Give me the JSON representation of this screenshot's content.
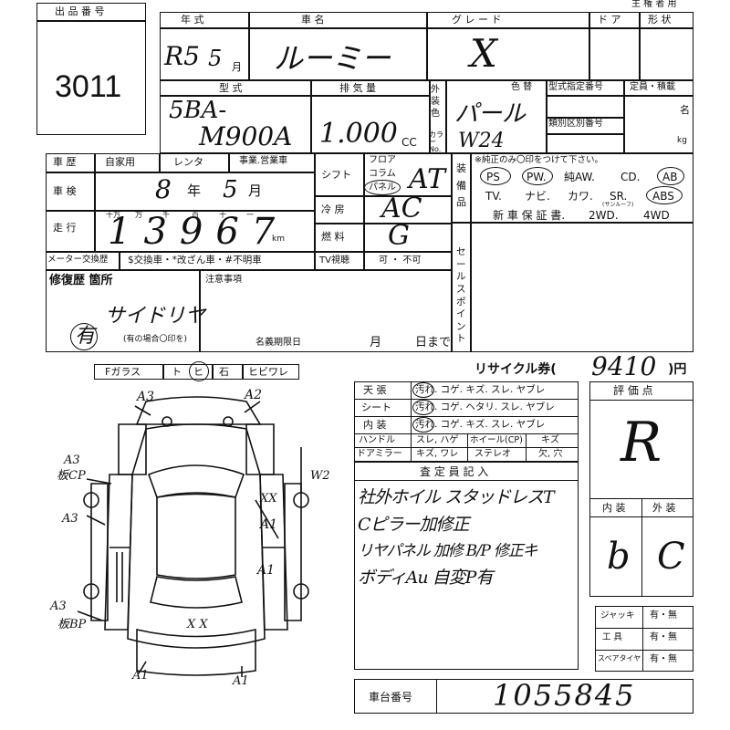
{
  "header": {
    "kbaa_title": "KBAA グループ 出 品 票",
    "owner": "主 権 者 用"
  },
  "lot": {
    "label": "出 品 番 号",
    "number": "3011"
  },
  "top_row": {
    "year_label": "年 式",
    "car_label": "車 名",
    "grade_label": "グ レ ー ド",
    "door_label": "ド ア",
    "shape_label": "形 状",
    "year_value": "R5",
    "month_value": "5",
    "month_unit": "月",
    "car_value": "ルーミー",
    "grade_value": "X"
  },
  "model_row": {
    "type_label": "型 式",
    "disp_label": "排 気 量",
    "ext_label": "外装色",
    "color_label": "色 替",
    "color_no_label": "カラーNo.",
    "type_code_label": "型式指定番号",
    "class_label": "類別区別番号",
    "capacity_label": "定員・積載",
    "name_unit": "名",
    "kg_unit": "kg",
    "type_value_1": "5BA-",
    "type_value_2": "M900A",
    "disp_value": "1.000",
    "cc_unit": "CC",
    "color_value": "パール",
    "color_code": "W24"
  },
  "history": {
    "label": "車 歴",
    "private": "自家用",
    "rental": "レンタ",
    "business": "事業.営業車",
    "inspection_label": "車 検",
    "insp_year": "8",
    "insp_month": "5",
    "year_unit": "年",
    "month_unit": "月",
    "mileage_label": "走 行",
    "digit_labels": [
      "十万",
      "万",
      "千",
      "百",
      "十",
      "一"
    ],
    "mileage_value": "13967",
    "km_unit": "km",
    "meter_label": "メーター交換歴",
    "meter_legend": "$交換車・*改ざん車・#不明車"
  },
  "specs": {
    "shift_label": "シフト",
    "shift_opts": [
      "フロア",
      "コラム",
      "パネル"
    ],
    "shift_value": "AT",
    "ac_label": "冷 房",
    "ac_value": "AC",
    "fuel_label": "燃 料",
    "fuel_value": "G",
    "tv_label": "TV視聴",
    "tv_value": "可 ・ 不可"
  },
  "equipment": {
    "label": "装備品",
    "note": "※純正のみ〇印をつけて下さい。",
    "row1": [
      "PS",
      "PW.",
      "純AW.",
      "CD.",
      "AB"
    ],
    "row2": [
      "TV.",
      "ナビ.",
      "カワ.",
      "SR.",
      "ABS"
    ],
    "sr_note": "(サンルーフ)",
    "row3": [
      "新 車 保 証 書.",
      "2WD.",
      "4WD"
    ],
    "sales_point_label": "セールスポイント"
  },
  "repair": {
    "label": "修復歴 箇所",
    "notes_label": "注意事項",
    "value": "有",
    "side": "サイドリヤ",
    "yes_note": "(有の場合〇印を)",
    "deadline_label": "名義期限日",
    "month_unit": "月",
    "day_unit": "日まで"
  },
  "glass": {
    "label_f": "Fガラス",
    "to": "ト",
    "hi": "ヒ",
    "ishi": "石",
    "hibi": "ヒビワレ"
  },
  "recycle": {
    "label": "リサイクル券(",
    "value": "9410",
    "unit": ")円"
  },
  "interior": {
    "rows": [
      {
        "label": "天 張",
        "value": "汚れ. コゲ. キズ. スレ. ヤブレ"
      },
      {
        "label": "シート",
        "value": "汚れ. コゲ. ヘタリ. スレ. ヤブレ"
      },
      {
        "label": "内 装",
        "value": "汚れ. コゲ. キズ. スレ. ヤブレ"
      }
    ],
    "handle_label": "ハンドル",
    "handle_value": "スレ, ハゲ",
    "wheel_label": "ホイール(CP)",
    "wheel_value": "キズ",
    "mirror_label": "ドアミラー",
    "mirror_value": "キズ, ワレ",
    "stereo_label": "ステレオ",
    "stereo_value": "欠, 穴"
  },
  "inspector": {
    "label": "査 定 員 記 入",
    "lines": [
      "社外ホイル スタッドレスT",
      "Cピラー加修正",
      "リヤパネル 加修 B/P 修正キ",
      "ボディAu 自変P有"
    ]
  },
  "rating": {
    "label": "評 価 点",
    "value": "R",
    "interior_label": "内 装",
    "exterior_label": "外 装",
    "interior_value": "b",
    "exterior_value": "C"
  },
  "tools": [
    {
      "label": "ジャッキ",
      "value": "有・無"
    },
    {
      "label": "工 具",
      "value": "有・無"
    },
    {
      "label": "スペアタイヤ",
      "value": "有・無"
    }
  ],
  "chassis": {
    "label": "車台番号",
    "value": "1055845"
  },
  "diagram_marks": {
    "a3_top": "A3",
    "a2_top": "A2",
    "a3_left": "A3",
    "kcp_left": "板CP",
    "a3_mid": "A3",
    "a3_bottom": "A3",
    "kbp_bottom": "板BP",
    "xx_right": "XX",
    "a1_right": "A1",
    "a1_right2": "A1",
    "w2": "W2",
    "xx_rear": "X X",
    "a1_bl": "A1",
    "a1_br": "A1"
  },
  "colors": {
    "ink": "#111111",
    "paper": "#ffffff"
  }
}
